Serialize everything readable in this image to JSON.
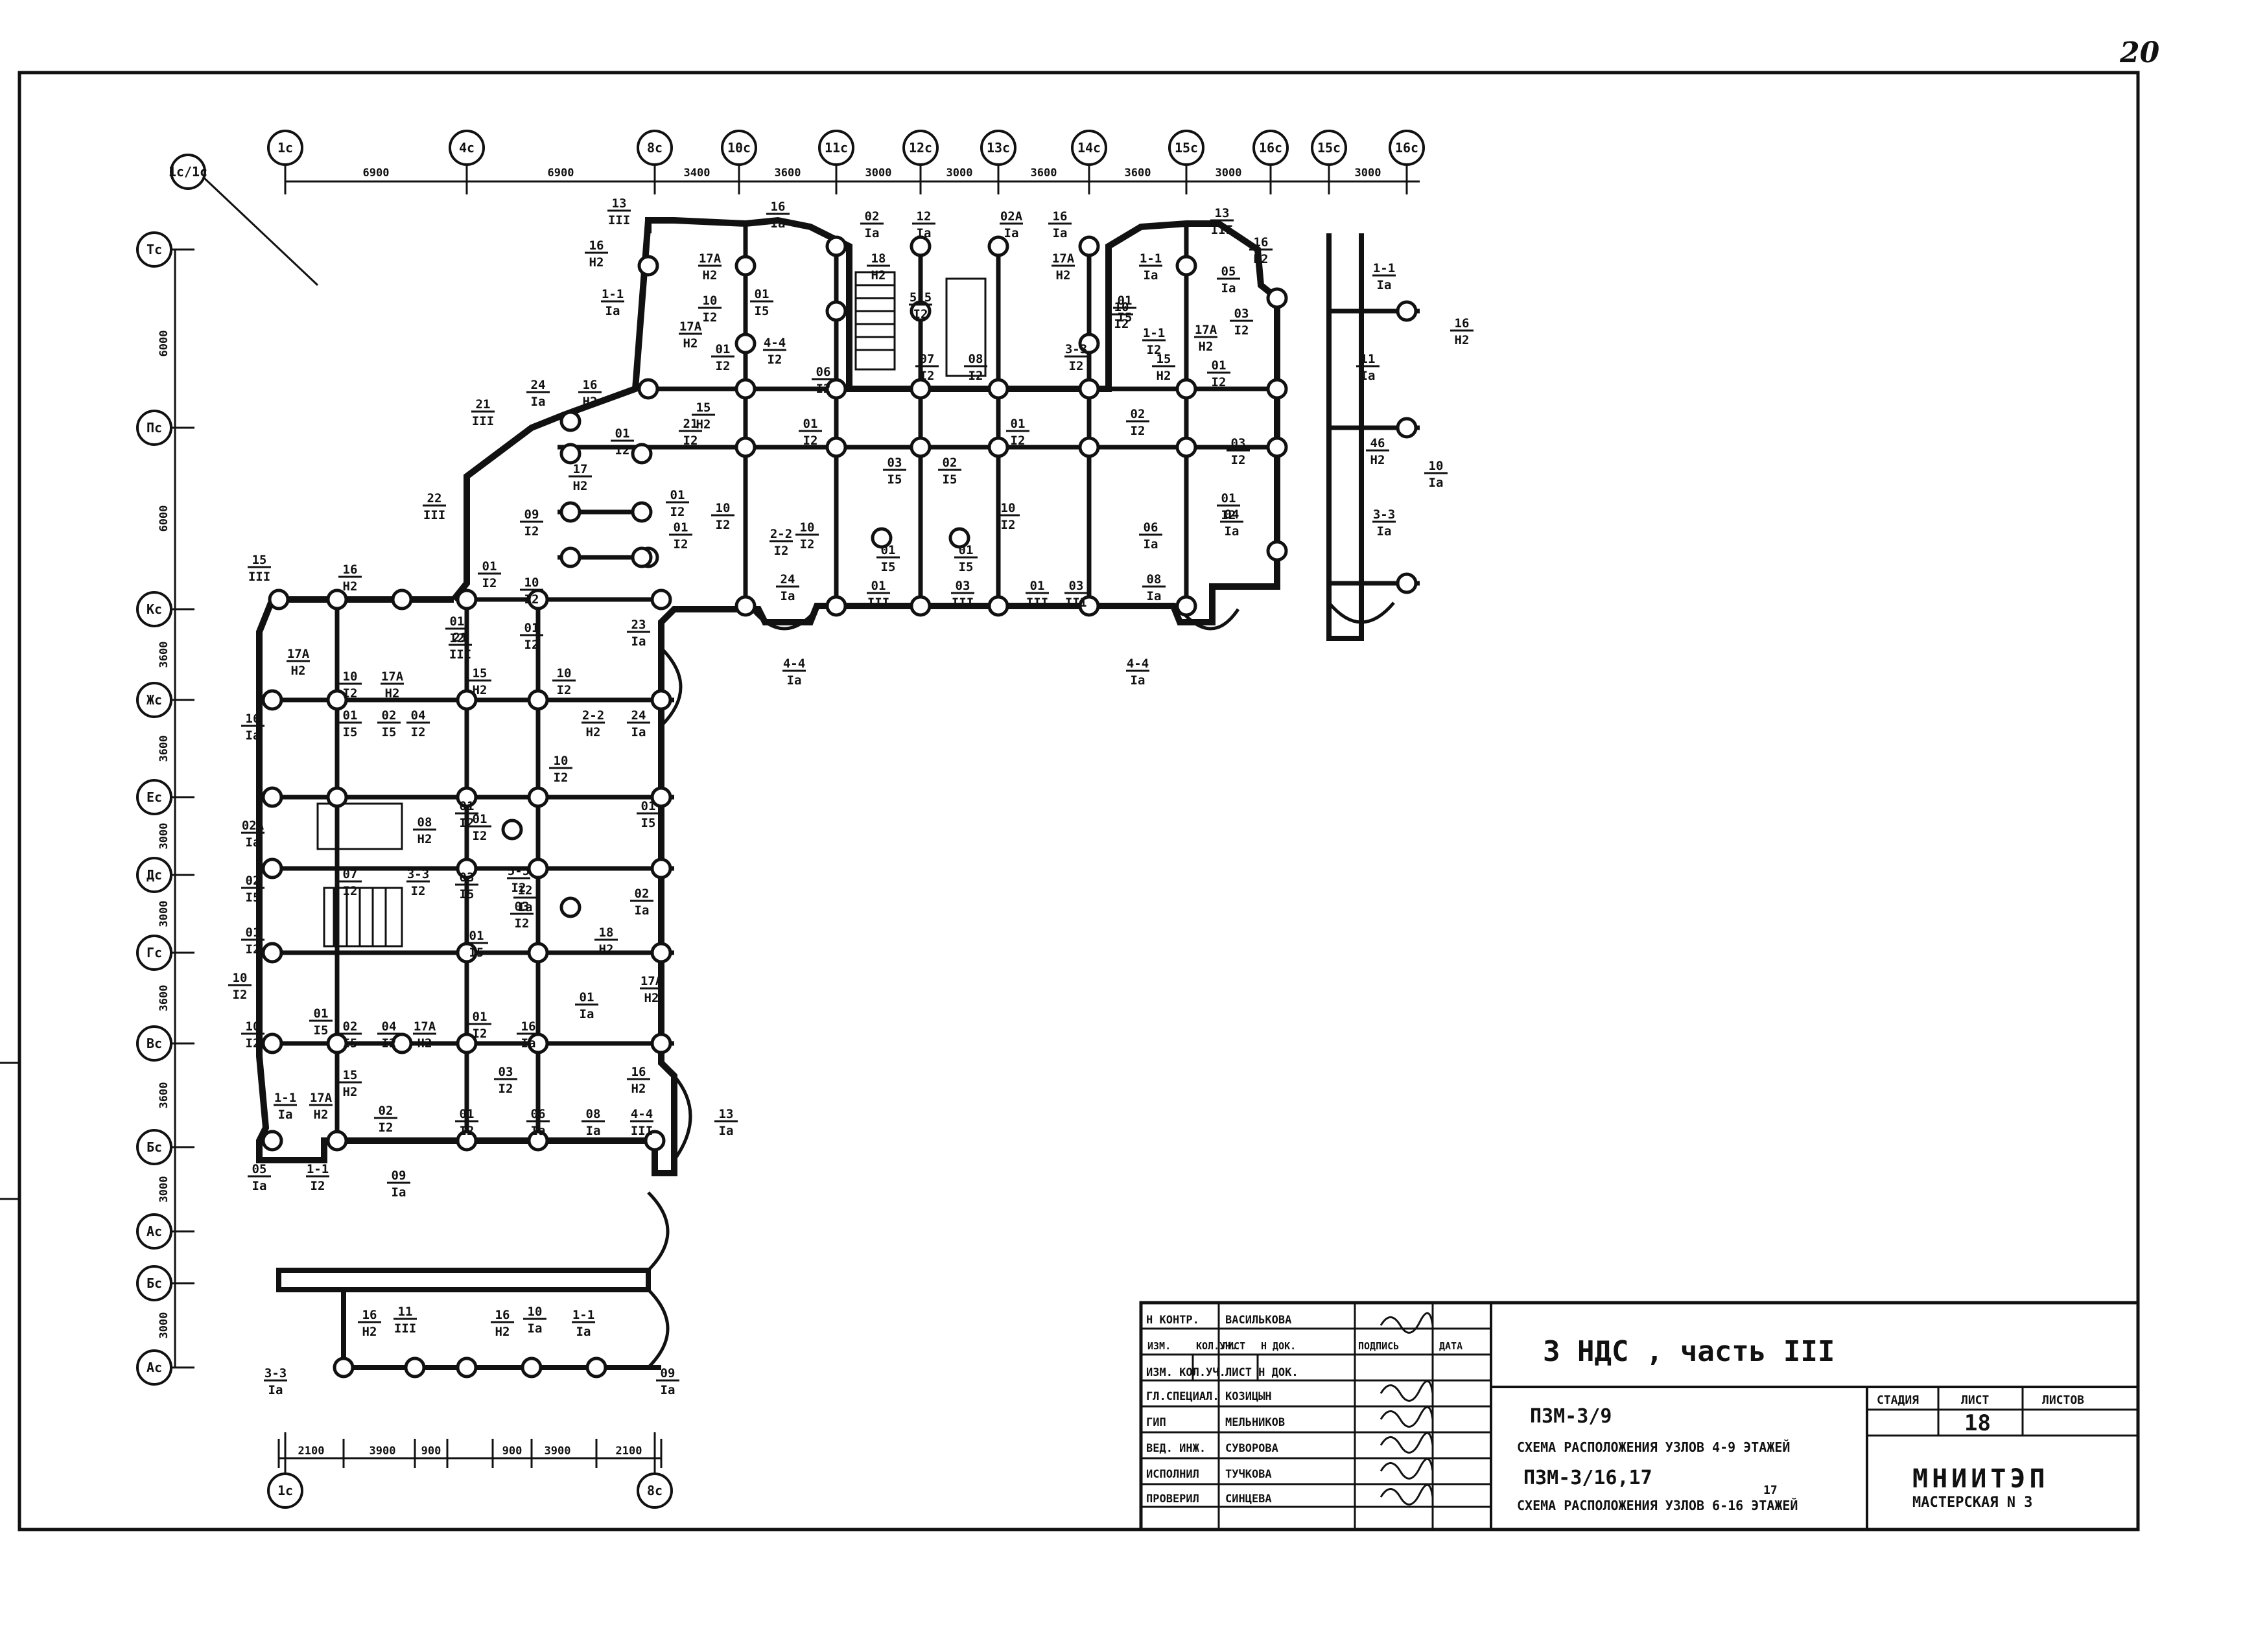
{
  "page_number": "20",
  "grid_axes": {
    "top": [
      "1c/1c",
      "1c",
      "4c",
      "8c",
      "10c",
      "11c",
      "12c",
      "13c",
      "14c",
      "15c",
      "16c",
      "15c",
      "16c"
    ],
    "left": [
      "Тс",
      "Пс",
      "Кс",
      "Жс",
      "Ес",
      "Дс",
      "Гс",
      "Вс",
      "Бс",
      "Ас",
      "Бс",
      "Ас"
    ],
    "bottom": [
      "1c",
      "8c"
    ]
  },
  "dimensions": {
    "top": [
      "6900",
      "6900",
      "3400",
      "3600",
      "3000",
      "3000",
      "3600",
      "3600",
      "3000",
      "3000"
    ],
    "left": [
      "6000",
      "6000",
      "3600",
      "3600",
      "3000",
      "3000",
      "3600",
      "3600",
      "3000",
      "3000"
    ],
    "bottom": [
      "2100",
      "3900",
      "900",
      "900",
      "3900",
      "2100"
    ]
  },
  "node_labels": [
    {
      "num": "13",
      "sub": "III"
    },
    {
      "num": "16",
      "sub": "Iа"
    },
    {
      "num": "02",
      "sub": "Iа"
    },
    {
      "num": "12",
      "sub": "Iа"
    },
    {
      "num": "02А",
      "sub": "Iа"
    },
    {
      "num": "16",
      "sub": "Iа"
    },
    {
      "num": "13",
      "sub": "III"
    },
    {
      "num": "16",
      "sub": "Н2"
    },
    {
      "num": "17А",
      "sub": "Н2"
    },
    {
      "num": "18",
      "sub": "Н2"
    },
    {
      "num": "5-5",
      "sub": "I2"
    },
    {
      "num": "17А",
      "sub": "Н2"
    },
    {
      "num": "1-1",
      "sub": "Iа"
    },
    {
      "num": "05",
      "sub": "Iа"
    },
    {
      "num": "16",
      "sub": "Н2"
    },
    {
      "num": "1-1",
      "sub": "Iа"
    },
    {
      "num": "10",
      "sub": "I2"
    },
    {
      "num": "01",
      "sub": "I5"
    },
    {
      "num": "01",
      "sub": "I5"
    },
    {
      "num": "10",
      "sub": "I2"
    },
    {
      "num": "03",
      "sub": "I2"
    },
    {
      "num": "17А",
      "sub": "Н2"
    },
    {
      "num": "01",
      "sub": "I2"
    },
    {
      "num": "4-4",
      "sub": "I2"
    },
    {
      "num": "06",
      "sub": "I2"
    },
    {
      "num": "07",
      "sub": "I2"
    },
    {
      "num": "08",
      "sub": "I2"
    },
    {
      "num": "3-3",
      "sub": "I2"
    },
    {
      "num": "1-1",
      "sub": "I2"
    },
    {
      "num": "17А",
      "sub": "Н2"
    },
    {
      "num": "15",
      "sub": "Н2"
    },
    {
      "num": "01",
      "sub": "I2"
    },
    {
      "num": "16",
      "sub": "Н2"
    },
    {
      "num": "15",
      "sub": "Н2"
    },
    {
      "num": "24",
      "sub": "Iа"
    },
    {
      "num": "21",
      "sub": "III"
    },
    {
      "num": "01",
      "sub": "I2"
    },
    {
      "num": "21",
      "sub": "I2"
    },
    {
      "num": "01",
      "sub": "I2"
    },
    {
      "num": "01",
      "sub": "I2"
    },
    {
      "num": "02",
      "sub": "I2"
    },
    {
      "num": "03",
      "sub": "I2"
    },
    {
      "num": "17",
      "sub": "Н2"
    },
    {
      "num": "22",
      "sub": "III"
    },
    {
      "num": "09",
      "sub": "I2"
    },
    {
      "num": "01",
      "sub": "I2"
    },
    {
      "num": "10",
      "sub": "I2"
    },
    {
      "num": "01",
      "sub": "I2"
    },
    {
      "num": "03",
      "sub": "I5"
    },
    {
      "num": "02",
      "sub": "I5"
    },
    {
      "num": "10",
      "sub": "I2"
    },
    {
      "num": "01",
      "sub": "I2"
    },
    {
      "num": "10",
      "sub": "I2"
    },
    {
      "num": "2-2",
      "sub": "I2"
    },
    {
      "num": "01",
      "sub": "I5"
    },
    {
      "num": "01",
      "sub": "I5"
    },
    {
      "num": "06",
      "sub": "Iа"
    },
    {
      "num": "04",
      "sub": "Iа"
    },
    {
      "num": "15",
      "sub": "III"
    },
    {
      "num": "16",
      "sub": "Н2"
    },
    {
      "num": "01",
      "sub": "I2"
    },
    {
      "num": "10",
      "sub": "I2"
    },
    {
      "num": "24",
      "sub": "Iа"
    },
    {
      "num": "01",
      "sub": "III"
    },
    {
      "num": "03",
      "sub": "III"
    },
    {
      "num": "01",
      "sub": "III"
    },
    {
      "num": "03",
      "sub": "III"
    },
    {
      "num": "08",
      "sub": "Iа"
    },
    {
      "num": "4-4",
      "sub": "Iа"
    },
    {
      "num": "4-4",
      "sub": "Iа"
    },
    {
      "num": "01",
      "sub": "I2"
    },
    {
      "num": "21",
      "sub": "III"
    },
    {
      "num": "01",
      "sub": "I2"
    },
    {
      "num": "23",
      "sub": "Iа"
    },
    {
      "num": "17А",
      "sub": "Н2"
    },
    {
      "num": "10",
      "sub": "I2"
    },
    {
      "num": "17А",
      "sub": "Н2"
    },
    {
      "num": "15",
      "sub": "Н2"
    },
    {
      "num": "10",
      "sub": "I2"
    },
    {
      "num": "16",
      "sub": "Iа"
    },
    {
      "num": "01",
      "sub": "I5"
    },
    {
      "num": "02",
      "sub": "I5"
    },
    {
      "num": "04",
      "sub": "I2"
    },
    {
      "num": "2-2",
      "sub": "Н2"
    },
    {
      "num": "24",
      "sub": "Iа"
    },
    {
      "num": "10",
      "sub": "I2"
    },
    {
      "num": "02А",
      "sub": "Iа"
    },
    {
      "num": "08",
      "sub": "Н2"
    },
    {
      "num": "01",
      "sub": "I2"
    },
    {
      "num": "01",
      "sub": "I5"
    },
    {
      "num": "01",
      "sub": "I2"
    },
    {
      "num": "5-5",
      "sub": "I2"
    },
    {
      "num": "07",
      "sub": "I2"
    },
    {
      "num": "3-3",
      "sub": "I2"
    },
    {
      "num": "03",
      "sub": "I5"
    },
    {
      "num": "12",
      "sub": "Iа"
    },
    {
      "num": "02",
      "sub": "I5"
    },
    {
      "num": "03",
      "sub": "I2"
    },
    {
      "num": "02",
      "sub": "Iа"
    },
    {
      "num": "01",
      "sub": "I2"
    },
    {
      "num": "01",
      "sub": "I5"
    },
    {
      "num": "18",
      "sub": "Н2"
    },
    {
      "num": "10",
      "sub": "I2"
    },
    {
      "num": "01",
      "sub": "Iа"
    },
    {
      "num": "17А",
      "sub": "Н2"
    },
    {
      "num": "01",
      "sub": "I5"
    },
    {
      "num": "02",
      "sub": "I5"
    },
    {
      "num": "04",
      "sub": "I2"
    },
    {
      "num": "17А",
      "sub": "Н2"
    },
    {
      "num": "01",
      "sub": "I2"
    },
    {
      "num": "16",
      "sub": "Iа"
    },
    {
      "num": "10",
      "sub": "I2"
    },
    {
      "num": "15",
      "sub": "Н2"
    },
    {
      "num": "03",
      "sub": "I2"
    },
    {
      "num": "16",
      "sub": "Н2"
    },
    {
      "num": "1-1",
      "sub": "Iа"
    },
    {
      "num": "17А",
      "sub": "Н2"
    },
    {
      "num": "02",
      "sub": "I2"
    },
    {
      "num": "01",
      "sub": "I2"
    },
    {
      "num": "06",
      "sub": "Iа"
    },
    {
      "num": "08",
      "sub": "Iа"
    },
    {
      "num": "4-4",
      "sub": "III"
    },
    {
      "num": "13",
      "sub": "Iа"
    },
    {
      "num": "05",
      "sub": "Iа"
    },
    {
      "num": "1-1",
      "sub": "I2"
    },
    {
      "num": "09",
      "sub": "Iа"
    },
    {
      "num": "16",
      "sub": "Н2"
    },
    {
      "num": "11",
      "sub": "III"
    },
    {
      "num": "16",
      "sub": "Н2"
    },
    {
      "num": "10",
      "sub": "Iа"
    },
    {
      "num": "1-1",
      "sub": "Iа"
    },
    {
      "num": "3-3",
      "sub": "Iа"
    },
    {
      "num": "09",
      "sub": "Iа"
    },
    {
      "num": "1-1",
      "sub": "Iа"
    },
    {
      "num": "16",
      "sub": "Н2"
    },
    {
      "num": "11",
      "sub": "Iа"
    },
    {
      "num": "46",
      "sub": "Н2"
    },
    {
      "num": "10",
      "sub": "Iа"
    },
    {
      "num": "3-3",
      "sub": "Iа"
    }
  ],
  "title_block": {
    "project_title": "3 НДС , часть III",
    "left_rows": [
      {
        "role": "Н КОНТР.",
        "name": "ВАСИЛЬКОВА"
      },
      {
        "role": "ИЗМ. КОЛ.УЧ.",
        "name": "ЛИСТ Н ДОК."
      },
      {
        "role": "ГЛ.СПЕЦИАЛ.",
        "name": "КОЗИЦЫН"
      },
      {
        "role": "ГИП",
        "name": "МЕЛЬНИКОВ"
      },
      {
        "role": "ВЕД. ИНЖ.",
        "name": "СУВОРОВА"
      },
      {
        "role": "ИСПОЛНИЛ",
        "name": "ТУЧКОВА"
      },
      {
        "role": "ПРОВЕРИЛ",
        "name": "СИНЦЕВА"
      }
    ],
    "header_labels": [
      "ИЗМ.",
      "КОЛ.УЧ.",
      "ЛИСТ",
      "Н ДОК.",
      "ПОДПИСЬ",
      "ДАТА"
    ],
    "code_1": "ПЗМ-3/9",
    "description_1": "СХЕМА РАСПОЛОЖЕНИЯ УЗЛОВ 4-9 ЭТАЖЕЙ",
    "code_2": "ПЗМ-3/16,17",
    "description_2": "СХЕМА РАСПОЛОЖЕНИЯ УЗЛОВ 6-16 ЭТАЖЕЙ",
    "superscript": "17",
    "stage_label": "СТАДИЯ",
    "sheet_label": "ЛИСТ",
    "sheets_label": "ЛИСТОВ",
    "sheet_value": "18",
    "organization": "МНИИТЭП",
    "workshop": "МАСТЕРСКАЯ N 3"
  }
}
